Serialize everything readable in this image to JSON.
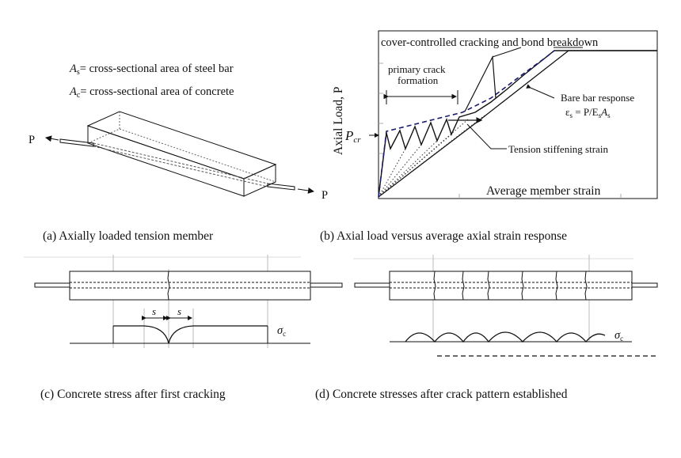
{
  "definitions": {
    "as_symbol": "A",
    "as_sub": "s",
    "as_text": "= cross-sectional area of steel bar",
    "ac_symbol": "A",
    "ac_sub": "c",
    "ac_text": "= cross-sectional area of concrete"
  },
  "panel_a": {
    "load_left": "P",
    "load_right": "P",
    "caption": "(a) Axially loaded tension member"
  },
  "panel_b": {
    "y_label": "Axial Load, P",
    "pcr_symbol": "P",
    "pcr_sub": "cr",
    "x_label": "Average member strain",
    "annotation_cover": "cover-controlled cracking and bond breakdown",
    "annotation_primary_1": "primary crack",
    "annotation_primary_2": "formation",
    "annotation_bare": "Bare bar response",
    "eq_eps": "ε",
    "eq_eps_sub": "s",
    "eq_mid": " = P/E",
    "eq_e_sub": "s",
    "eq_a": "A",
    "eq_a_sub": "s",
    "annotation_stiffening": "Tension stiffening strain",
    "caption": "(b) Axial load versus average axial strain response"
  },
  "panel_c": {
    "spacing_left": "s",
    "spacing_right": "s",
    "sigma": "σ",
    "sigma_sub": "c",
    "caption": "(c) Concrete stress after first cracking"
  },
  "panel_d": {
    "sigma": "σ",
    "sigma_sub": "c",
    "caption": "(d) Concrete stresses after crack pattern established"
  },
  "colors": {
    "line": "#111111",
    "dashed_envelope": "#1a1a6e",
    "grid": "#9a9a9a"
  }
}
